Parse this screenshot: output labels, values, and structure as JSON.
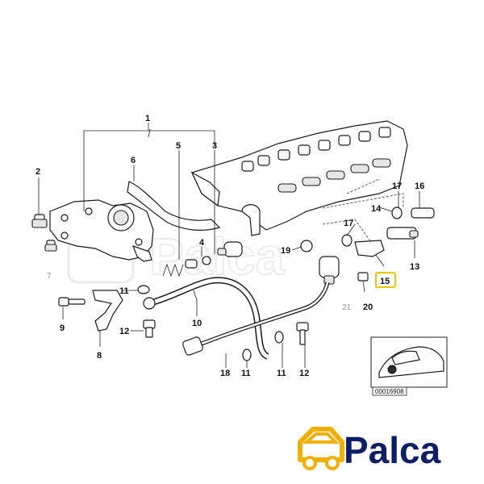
{
  "diagram": {
    "callouts": {
      "c1": "1",
      "c2": "2",
      "c3": "3",
      "c4": "4",
      "c5": "5",
      "c6": "6",
      "c7": "7",
      "c8": "8",
      "c9": "9",
      "c10": "10",
      "c11a": "11",
      "c11b": "11",
      "c11c": "11",
      "c12a": "12",
      "c12b": "12",
      "c13": "13",
      "c14": "14",
      "c15": "15",
      "c16": "16",
      "c17a": "17",
      "c17b": "17",
      "c18": "18",
      "c19": "19",
      "c20": "20",
      "c21": "21"
    },
    "highlight_callout": "15",
    "highlight_color": "#f0c400",
    "reference_box": {
      "code": "00016908"
    }
  },
  "brand": {
    "name": "Palca",
    "logo_icon": "car-logo-icon",
    "color_primary": "#0a1f66",
    "color_accent": "#f0b000"
  },
  "watermark": {
    "text": "Palca"
  }
}
